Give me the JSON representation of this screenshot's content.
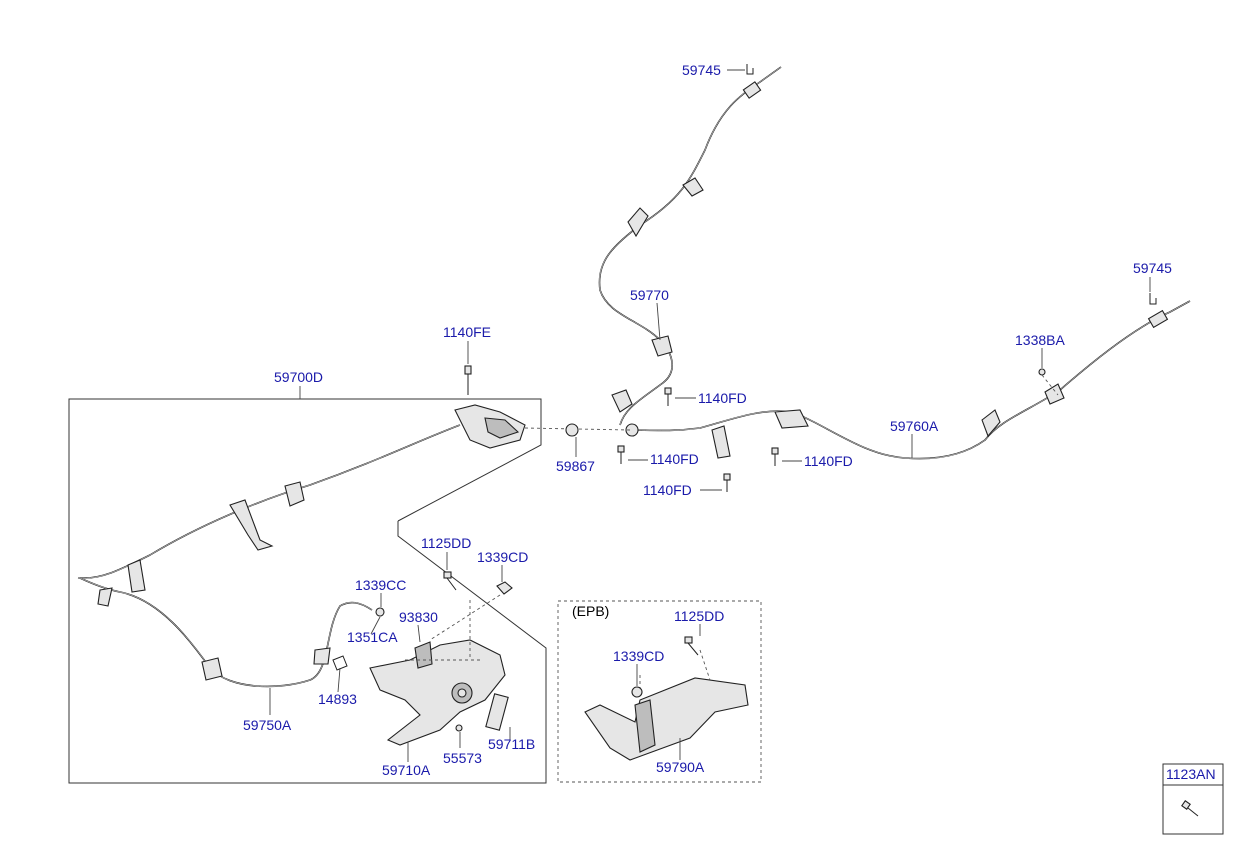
{
  "labels": {
    "p59745_top": "59745",
    "p59745_right": "59745",
    "p59770": "59770",
    "p1140FE": "1140FE",
    "p59700D": "59700D",
    "p1140FD_a": "1140FD",
    "p1140FD_b": "1140FD",
    "p1140FD_c": "1140FD",
    "p1140FD_d": "1140FD",
    "p1338BA": "1338BA",
    "p59760A": "59760A",
    "p59867": "59867",
    "p1125DD_main": "1125DD",
    "p1339CD_main": "1339CD",
    "p1339CC": "1339CC",
    "p1351CA": "1351CA",
    "p93830": "93830",
    "p14893": "14893",
    "p59750A": "59750A",
    "p59711B": "59711B",
    "p55573": "55573",
    "p59710A": "59710A",
    "epb_title": "(EPB)",
    "p1125DD_epb": "1125DD",
    "p1339CD_epb": "1339CD",
    "p59790A": "59790A",
    "legend_code": "1123AN"
  },
  "colors": {
    "label": "#1a1aaa",
    "line": "#2b2b2b",
    "part_fill": "#e6e6e6"
  }
}
